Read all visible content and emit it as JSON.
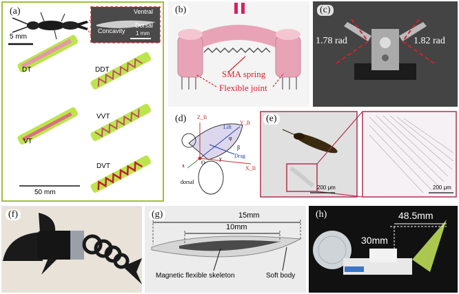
{
  "panels": {
    "a": {
      "tag": "(a)",
      "scale_top": "5 mm",
      "inset_labels": {
        "ventral": "Ventral",
        "dorsal": "Dorsal",
        "concavity": "Concavity",
        "scale": "1 mm"
      },
      "specimens": [
        "DT",
        "DDT",
        "VVT",
        "VT",
        "DVT"
      ],
      "scale_bottom": "50 mm"
    },
    "b": {
      "tag": "(b)",
      "sma_label": "SMA spring",
      "joint_label": "Flexible joint"
    },
    "c": {
      "tag": "(c)",
      "angle_left": "1.78 rad",
      "angle_right": "1.82 rad"
    },
    "d": {
      "tag": "(d)",
      "labels": {
        "zb": "Z_B",
        "yb": "Y_B",
        "xb": "X_B",
        "lift": "Lift",
        "drag": "Drag",
        "dorsal": "dorsal",
        "o": "O",
        "x": "x",
        "y": "y",
        "phi": "φ",
        "beta": "β"
      }
    },
    "e": {
      "tag": "(e)",
      "scale_left": "200 μm",
      "scale_right": "200 μm"
    },
    "f": {
      "tag": "(f)"
    },
    "g": {
      "tag": "(g)",
      "dim_outer": "15mm",
      "dim_inner": "10mm",
      "skeleton_label": "Magnetic flexible skeleton",
      "body_label": "Soft body"
    },
    "h": {
      "tag": "(h)",
      "width_label": "48.5mm",
      "height_label": "30mm"
    }
  },
  "colors": {
    "panel_a_border": "#9dbf3a",
    "panel_e_border": "#b03050",
    "robot_pink": "#e8a4b6",
    "green_actuator": "#b5e23a",
    "annotation_red": "#d8202a"
  }
}
